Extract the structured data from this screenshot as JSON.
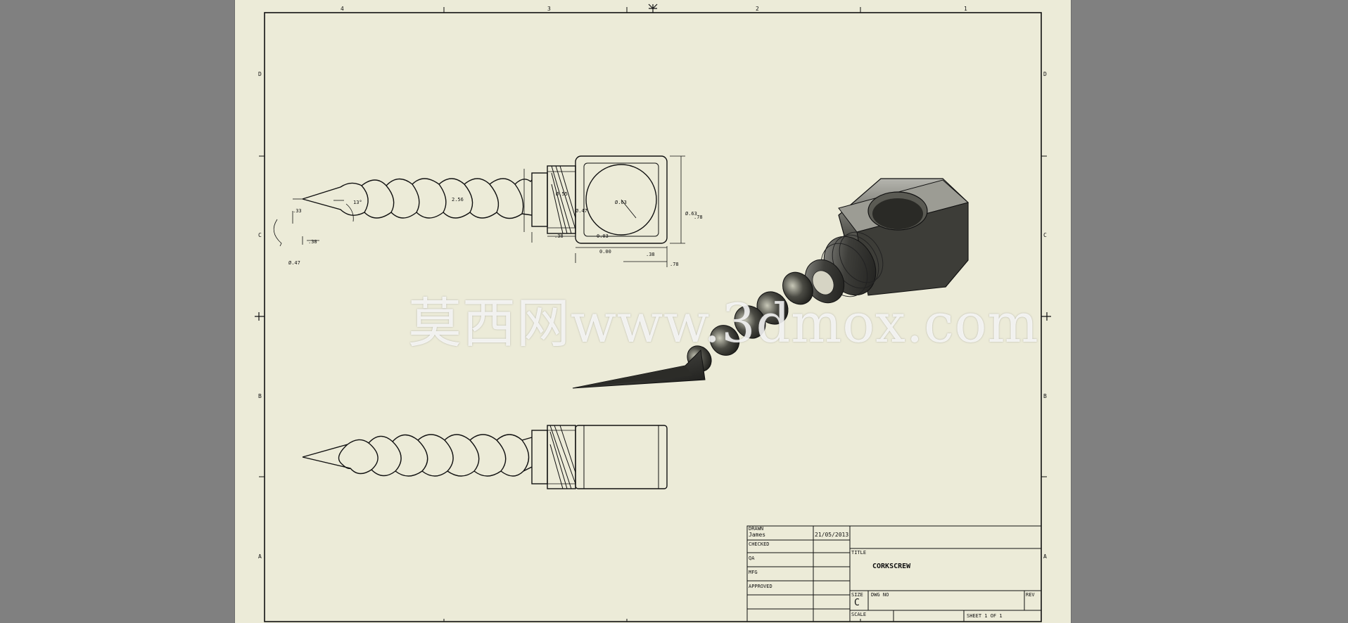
{
  "sheet": {
    "zone_numbers_top": [
      "4",
      "3",
      "2",
      "1"
    ],
    "zone_letters_left": [
      "D",
      "C",
      "B",
      "A"
    ],
    "zone_letters_right": [
      "D",
      "C",
      "B",
      "A"
    ]
  },
  "dimensions": {
    "tip_height": ".33",
    "angle": "13°",
    "pitch": "2.56",
    "dia_shank": "Ø.55",
    "dia_core": "Ø.47",
    "dia_thread": "Ø.63",
    "dia_hole": "Ø.63",
    "height": ".78",
    "len_a": ".38",
    "len_b": "0.03",
    "chamfer": "0.00",
    "width_inner": ".38",
    "width_outer": ".78",
    "tip_len": ".38",
    "tip_dia": "Ø.47"
  },
  "watermark": "莫西网www.3dmox.com",
  "title_block": {
    "drawn_label": "DRAWN",
    "drawn_name": "James",
    "drawn_date": "21/05/2013",
    "checked_label": "CHECKED",
    "qa_label": "QA",
    "mfg_label": "MFG",
    "approved_label": "APPROVED",
    "title_label": "TITLE",
    "title_value": "CORKSCREW",
    "size_label": "SIZE",
    "size_value": "C",
    "dwg_label": "DWG NO",
    "rev_label": "REV",
    "scale_label": "SCALE",
    "sheet_label": "SHEET 1  OF 1"
  }
}
